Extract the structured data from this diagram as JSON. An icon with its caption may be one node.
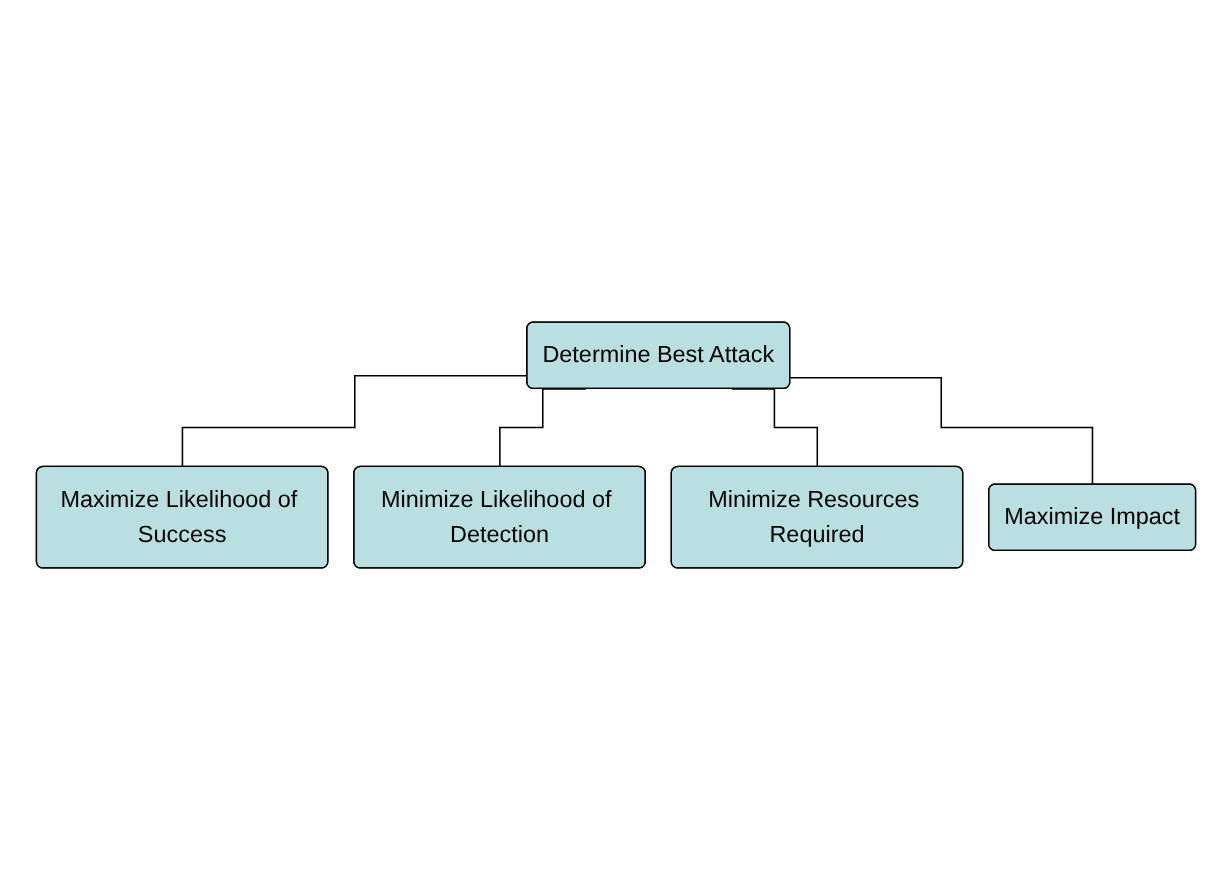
{
  "diagram": {
    "nodes": [
      {
        "text": [
          "Determine Best Attack"
        ]
      },
      {
        "text": [
          "Maximize Likelihood of Success"
        ]
      },
      {
        "text": [
          "Minimize Likelihood of Detection"
        ]
      },
      {
        "text": [
          "Minimize Resources Required"
        ]
      },
      {
        "text": [
          "Maximize Impact"
        ]
      }
    ],
    "edges": [
      {
        "from": 0,
        "to": 1,
        "arrow": "none"
      },
      {
        "from": 0,
        "to": 2,
        "arrow": "none"
      },
      {
        "from": 0,
        "to": 3,
        "arrow": "none"
      },
      {
        "from": 0,
        "to": 4,
        "arrow": "none"
      }
    ]
  }
}
